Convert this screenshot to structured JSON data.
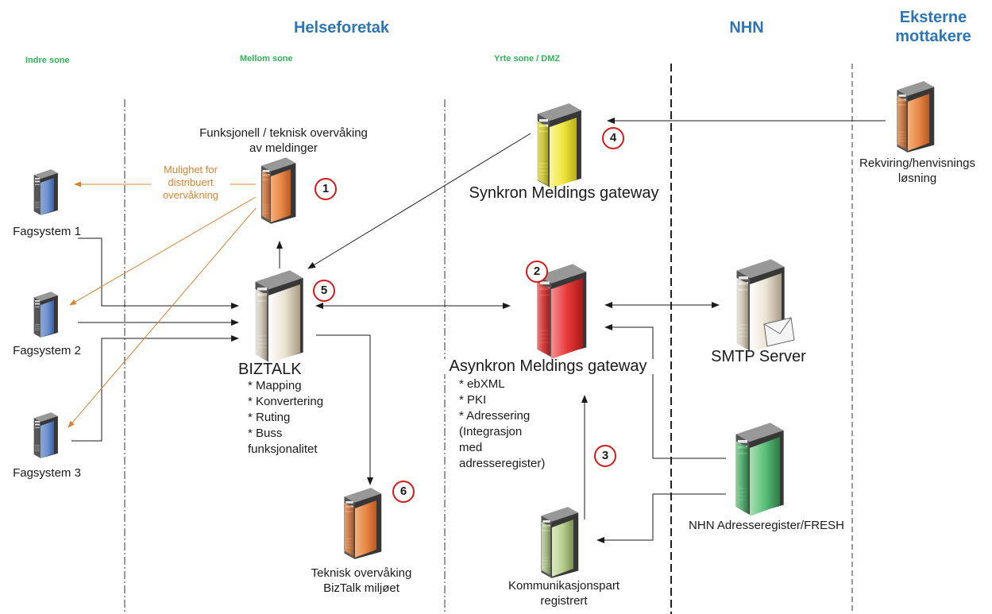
{
  "zones": {
    "helseforetak": "Helseforetak",
    "nhn": "NHN",
    "eksterne": "Eksterne\nmottakere",
    "indre": "Indre sone",
    "mellom": "Mellom sone",
    "ytre": "Yrte sone / DMZ"
  },
  "nodes": {
    "fagsystem1": "Fagsystem 1",
    "fagsystem2": "Fagsystem 2",
    "fagsystem3": "Fagsystem 3",
    "monitor_title": "Funksjonell / teknisk overvåking\nav meldinger",
    "monitor_note": "Mulighet for\ndistribuert\novervåkning",
    "synkron": "Synkron Meldings gateway",
    "rekvirering": "Rekviring/henvisnings\nløsning",
    "biztalk": "BIZTALK",
    "biztalk_features": [
      "* Mapping",
      "* Konvertering",
      "* Ruting",
      "* Buss\nfunksjonalitet"
    ],
    "asynkron": "Asynkron Meldings gateway",
    "asynkron_features": [
      "* ebXML",
      "* PKI",
      "* Adressering\n (Integrasjon\nmed\nadresseregister)"
    ],
    "smtp": "SMTP Server",
    "nhn_register": "NHN Adresseregister/FRESH",
    "kommunikasjon": "Kommunikasjonspart\nregistrert",
    "teknisk": "Teknisk overvåking\nBizTalk miljøet"
  },
  "badges": [
    "1",
    "2",
    "3",
    "4",
    "5",
    "6"
  ],
  "colors": {
    "zone_title": "#2e75b6",
    "zone_sub": "#2fb35a",
    "monitor_line": "#d88433",
    "badge_ring": "#d01b1b",
    "server_blue": "#7b9ed6",
    "server_orange": "#e8894a",
    "server_yellow": "#f0e640",
    "server_red": "#e83a3a",
    "server_white": "#ece4d4",
    "server_green": "#5cc07a",
    "server_olive": "#b8cf8e"
  }
}
